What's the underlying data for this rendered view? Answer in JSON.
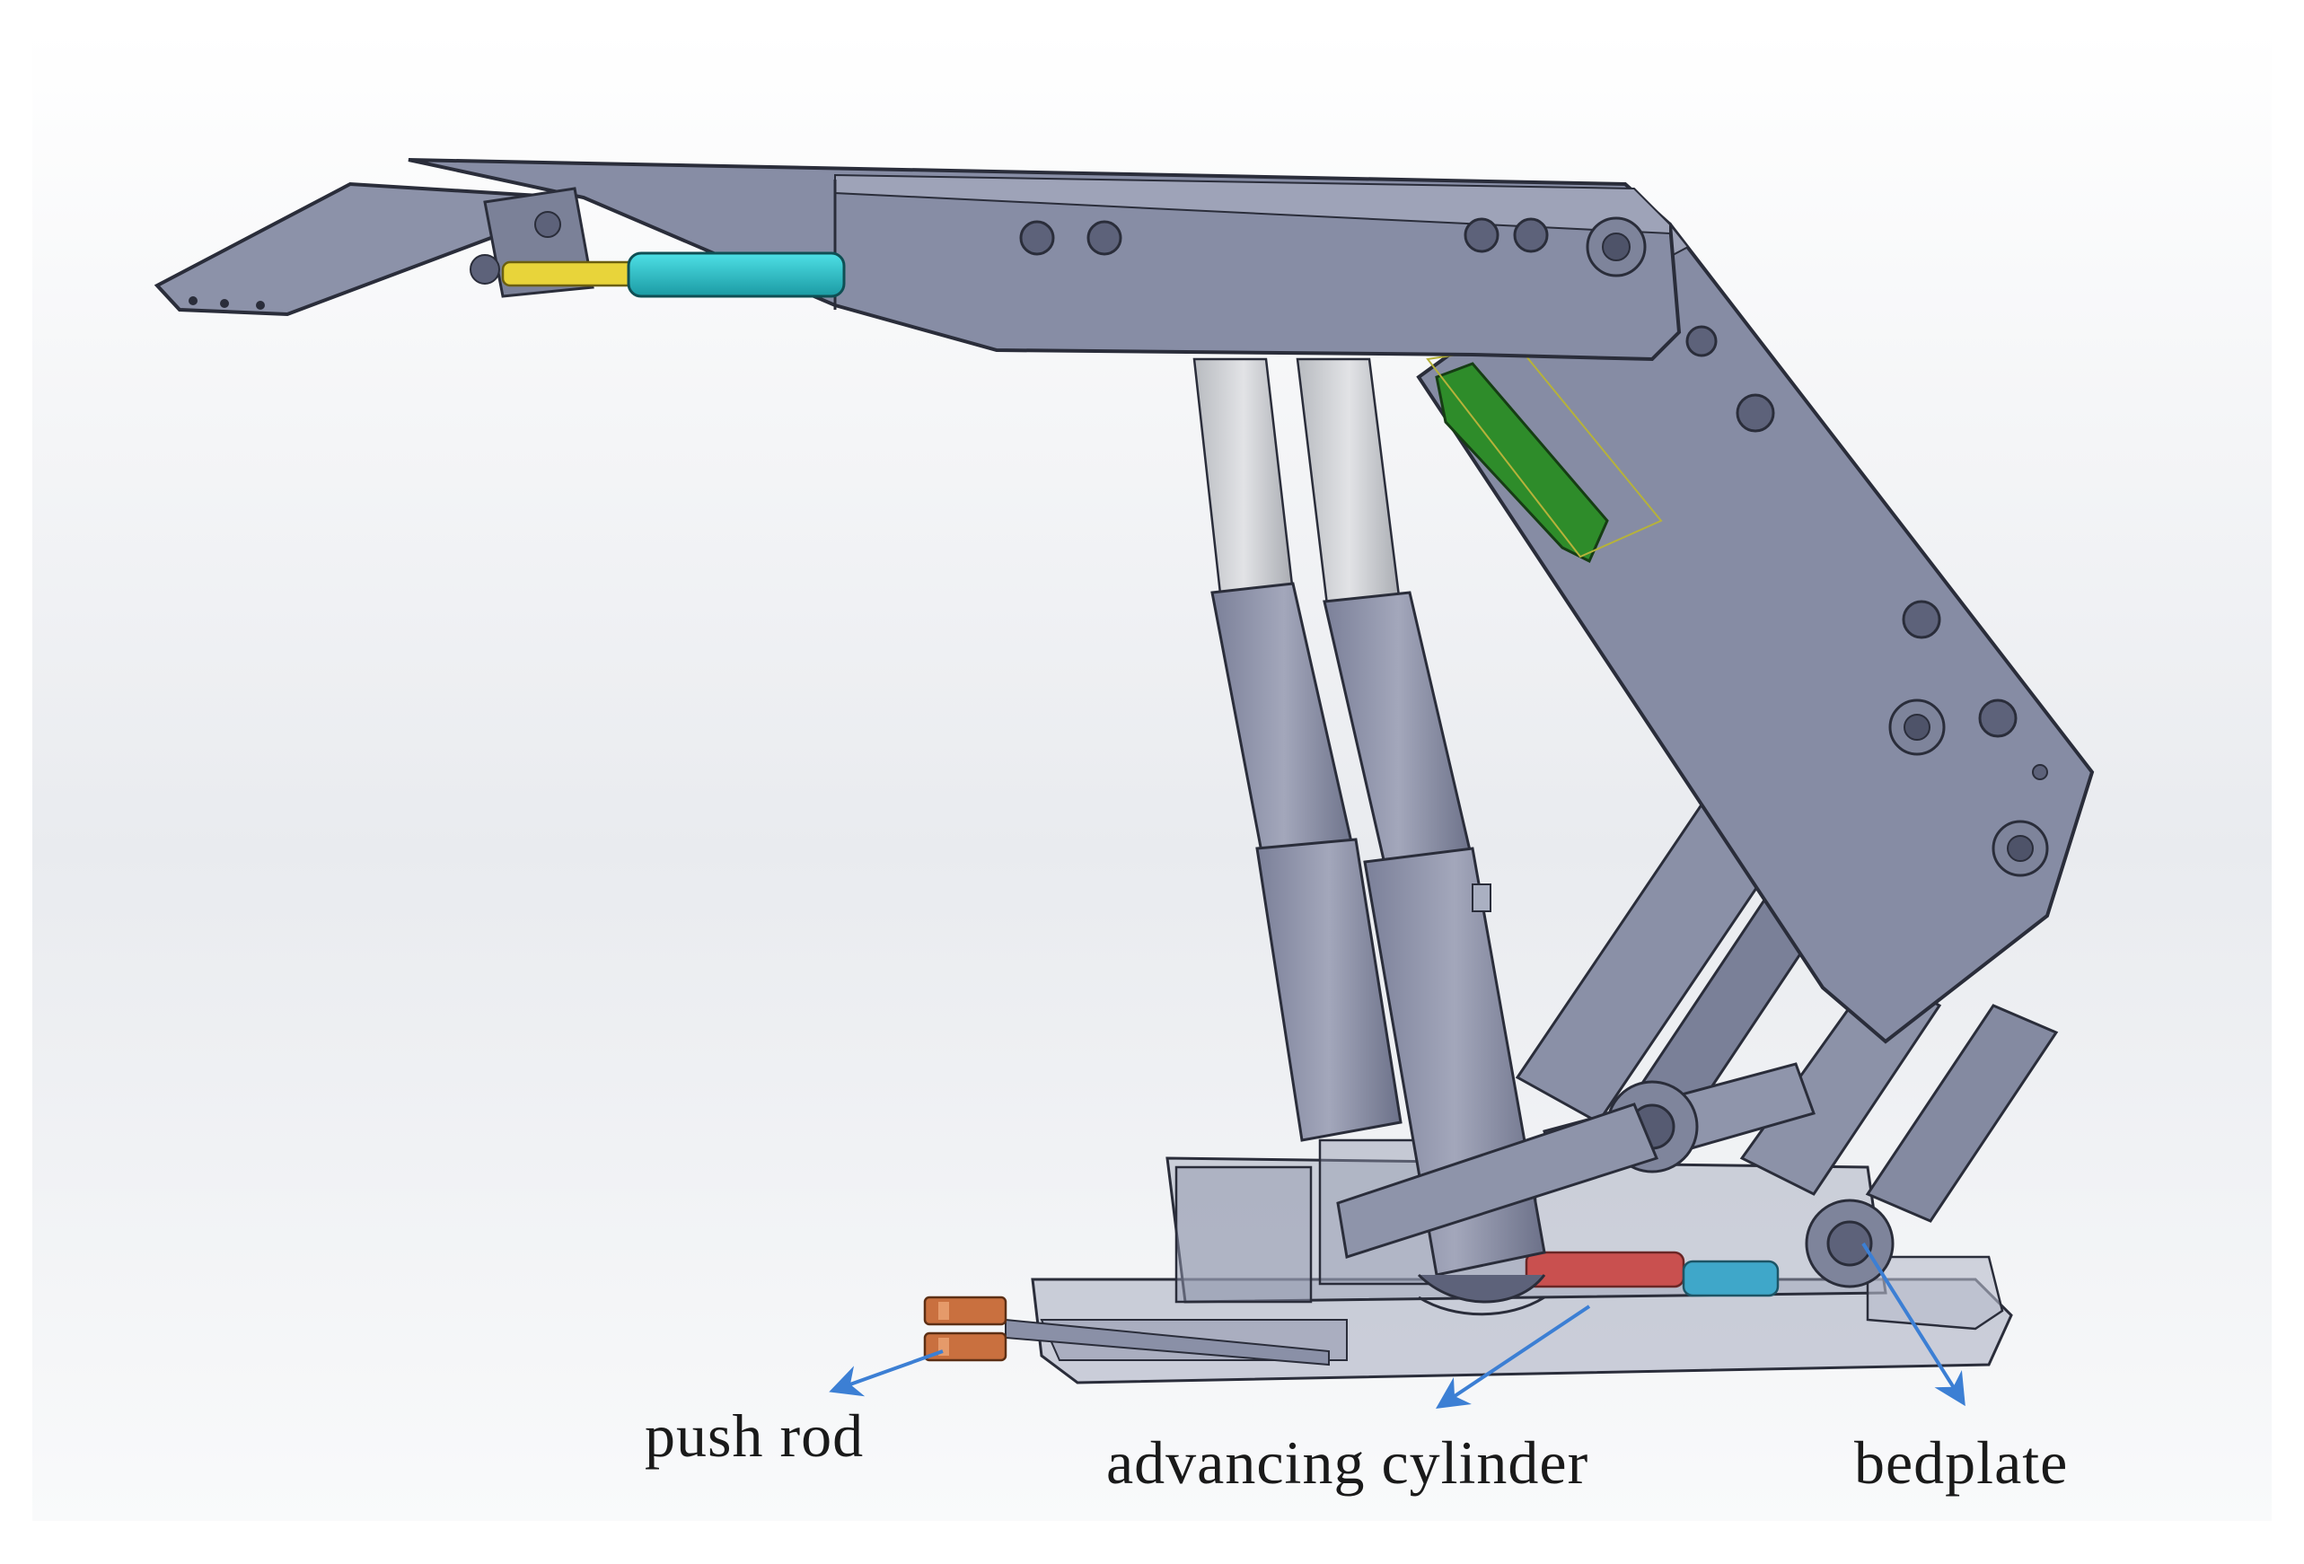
{
  "labels": {
    "push_rod": "push rod",
    "advancing_cylinder": "advancing cylinder",
    "bedplate": "bedplate"
  },
  "colors": {
    "background_top": "#eef0f3",
    "background_bottom": "#f7f8f9",
    "frame_steel": "#868ca4",
    "frame_steel_dark": "#6f7590",
    "frame_edge": "#2a2d3a",
    "column_chrome": "#c9cbcf",
    "column_body": "#8a8fa6",
    "side_cylinder_rod": "#e8d43a",
    "side_cylinder_body": "#27c6cf",
    "link_green": "#2e8c2a",
    "push_rod_copper": "#c9703f",
    "advancing_cylinder_red": "#c9504f",
    "advancing_cylinder_cyan": "#3fa7c9",
    "annotation_arrow": "#3c7fd4"
  }
}
